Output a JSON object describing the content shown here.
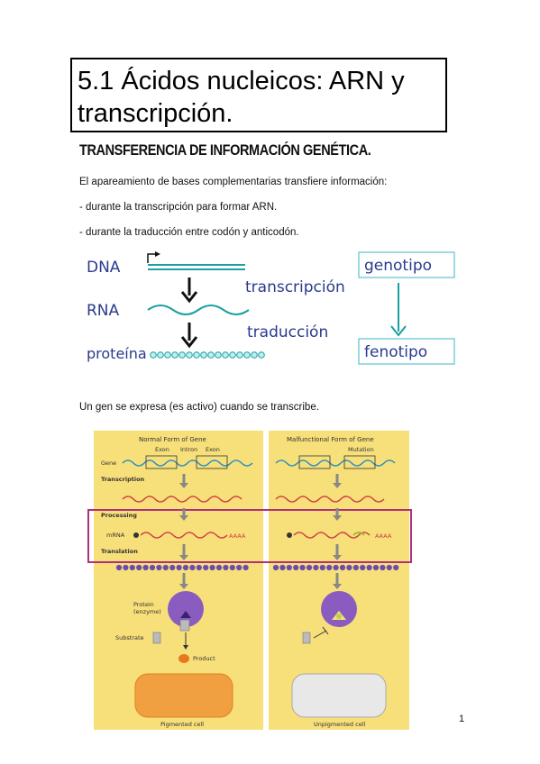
{
  "title": "5.1 Ácidos nucleicos: ARN y transcripción.",
  "heading": "TRANSFERENCIA DE INFORMACIÓN GENÉTICA.",
  "paragraphs": [
    "El apareamiento de bases complementarias transfiere información:",
    "- durante la transcripción para formar ARN.",
    "- durante la traducción entre codón y anticodón.",
    "Un gen se expresa (es activo) cuando se transcribe."
  ],
  "flow_diagram": {
    "labels": {
      "dna": "DNA",
      "rna": "RNA",
      "protein": "proteína"
    },
    "processes": {
      "transcription": "transcripción",
      "translation": "traducción"
    },
    "boxes": {
      "genotype": "genotipo",
      "phenotype": "fenotipo"
    },
    "colors": {
      "label_blue": "#2a3a8f",
      "teal": "#1aa0a0",
      "box_border": "#7ccfd8"
    }
  },
  "gene_figure": {
    "left_panel_title": "Normal Form of Gene",
    "right_panel_title": "Malfunctional Form of Gene",
    "exon_label": "Exon",
    "intron_label": "Intron",
    "mutation_label": "Mutation",
    "stage_labels": {
      "gene": "Gene",
      "transcription": "Transcription",
      "processing": "Processing",
      "mrna": "mRNA",
      "translation": "Translation"
    },
    "poly_a": "AAAA",
    "protein_label": "Protein",
    "enzyme_label": "(enzyme)",
    "substrate_label": "Substrate",
    "product_label": "Product",
    "left_cell_label": "Pigmented cell",
    "right_cell_label": "Unpigmented cell",
    "colors": {
      "panel": "#f7df7a",
      "protein": "#8a5cc0",
      "pigment": "#f0a040",
      "highlight": "#b0307a"
    }
  },
  "page_number": "1"
}
